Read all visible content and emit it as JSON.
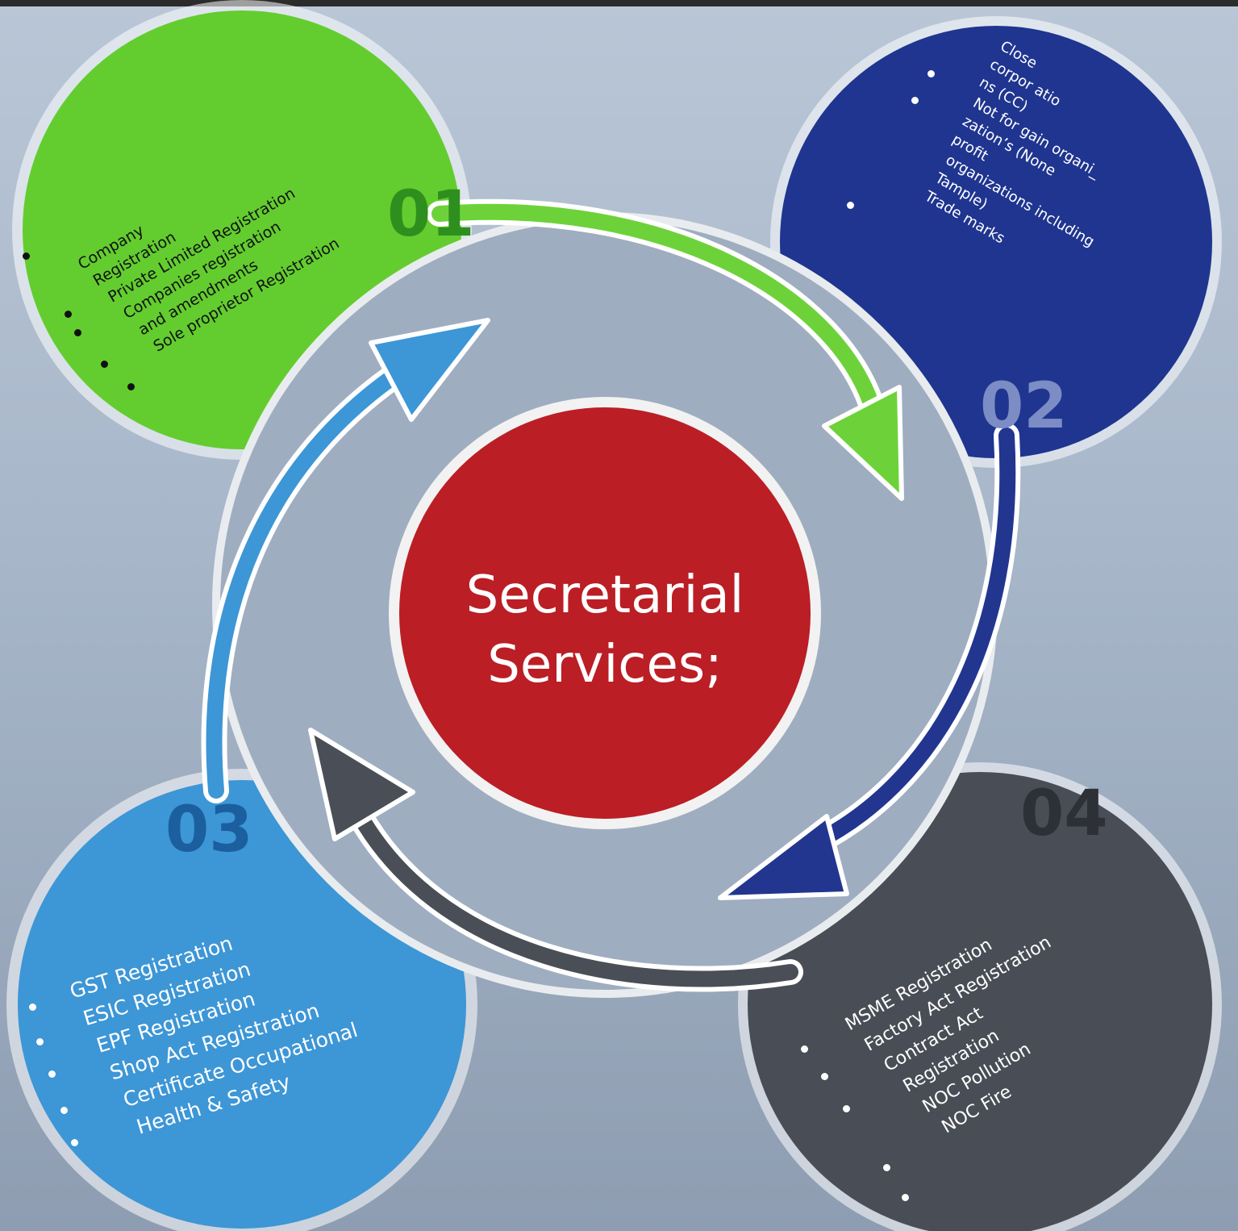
{
  "center": {
    "line1": "Secretarial",
    "line2": "Services;"
  },
  "steps": [
    {
      "number": "01",
      "color": "#63cd2f",
      "arrow_color": "#6dd23a",
      "items": [
        "Company",
        "Registration",
        "Private Limited Registration",
        "Companies registration",
        "and amendments",
        "Sole proprietor Registration"
      ]
    },
    {
      "number": "02",
      "color": "#1f3590",
      "arrow_color": "#22368f",
      "items": [
        "Close",
        "corpor atio",
        "ns (CC)",
        "Not for gain organi_",
        "zation’s (None",
        "profit",
        "organizations including",
        "Tample)",
        "Trade marks"
      ]
    },
    {
      "number": "03",
      "color": "#3d96d6",
      "arrow_color": "#3d96d6",
      "items": [
        "GST Registration",
        "ESIC Registration",
        "EPF Registration",
        "Shop Act Registration",
        "Certificate Occupational",
        "Health & Safety"
      ]
    },
    {
      "number": "04",
      "color": "#494d55",
      "arrow_color": "#4a4f57",
      "items": [
        "MSME Registration",
        "Factory Act Registration",
        "Contract Act",
        "Registration",
        "NOC Pollution",
        "NOC Fire"
      ]
    }
  ],
  "colors": {
    "center": "#bb1e25",
    "background": "#a9b8cb"
  }
}
